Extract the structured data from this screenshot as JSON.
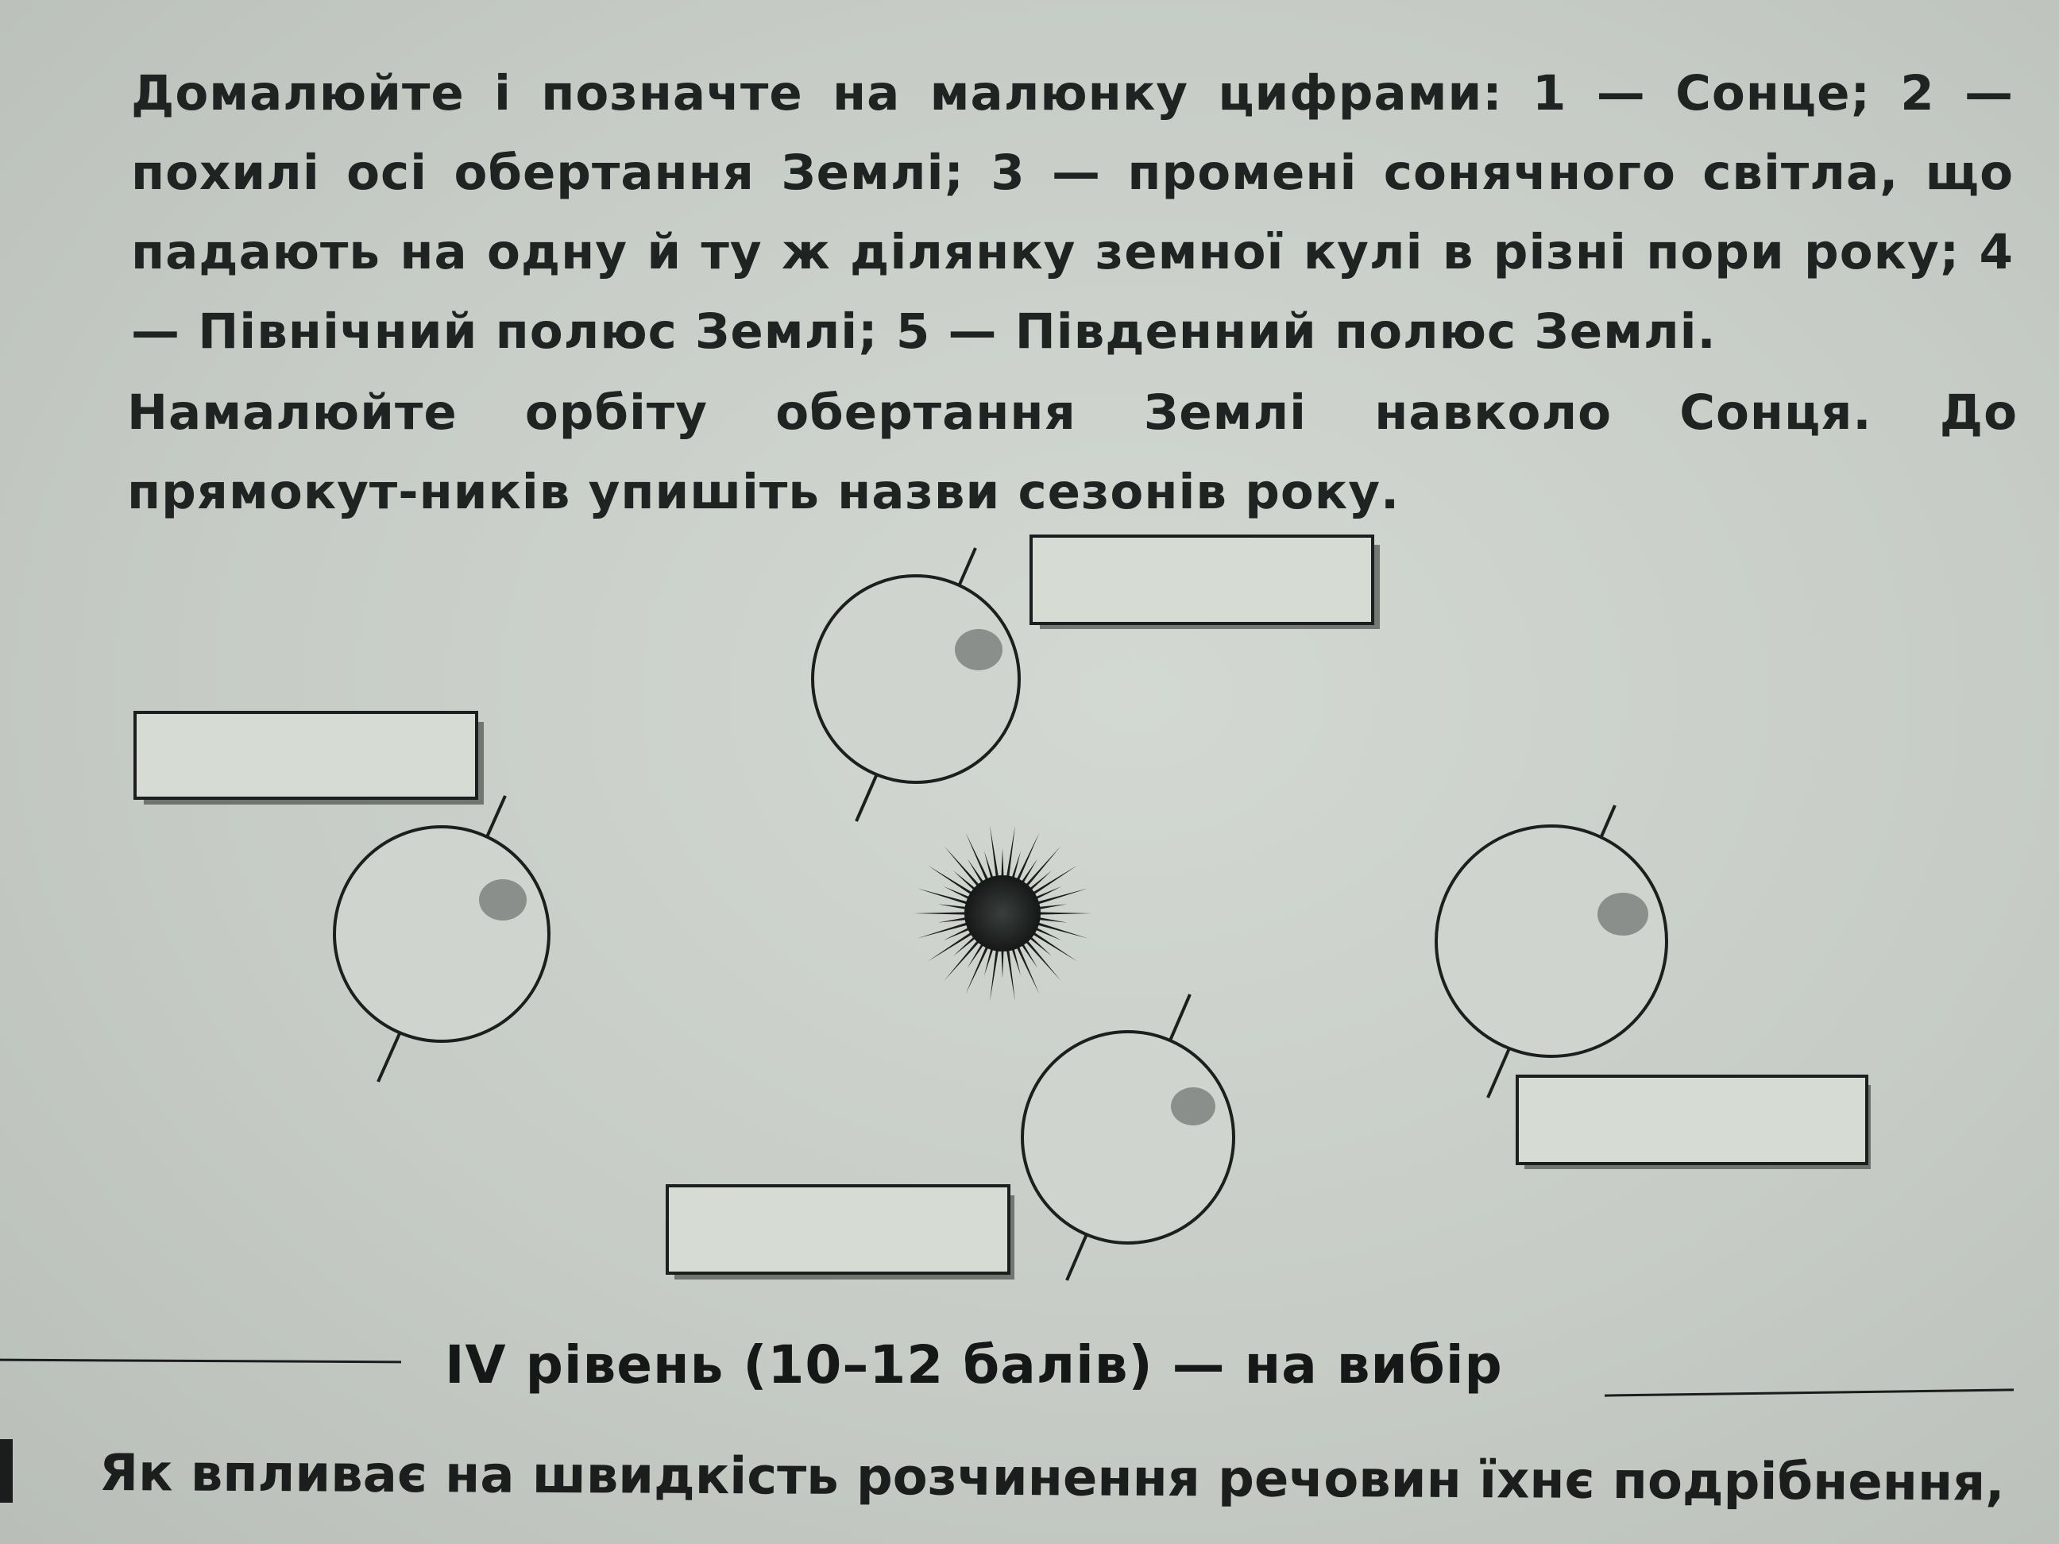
{
  "task_1": {
    "text": "Домалюйте і позначте на малюнку цифрами: 1 — Сонце; 2 — похилі осі обертання Землі; 3 — промені сонячного світла, що падають на одну й ту ж ділянку земної кулі в різні пори року; 4 — Північний полюс Землі; 5 — Південний полюс Землі."
  },
  "task_2": {
    "text": "Намалюйте орбіту обертання Землі навколо Сонця. До прямокут-ників упишіть назви сезонів року."
  },
  "diagram": {
    "earths": [
      {
        "label_box": "",
        "position": "top"
      },
      {
        "label_box": "",
        "position": "left"
      },
      {
        "label_box": "",
        "position": "right"
      },
      {
        "label_box": "",
        "position": "bottom"
      }
    ],
    "sun_icon": "sun-icon"
  },
  "level": {
    "heading": "IV рівень (10–12 балів) — на вибір"
  },
  "next_task": {
    "text": "Як впливає на швидкість розчинення речовин їхнє подрібнення,"
  },
  "colors": {
    "paper": "#c9cec8",
    "ink": "#1e2221",
    "box_fill": "#d6dbd4",
    "spot": "#8a8f8b"
  }
}
